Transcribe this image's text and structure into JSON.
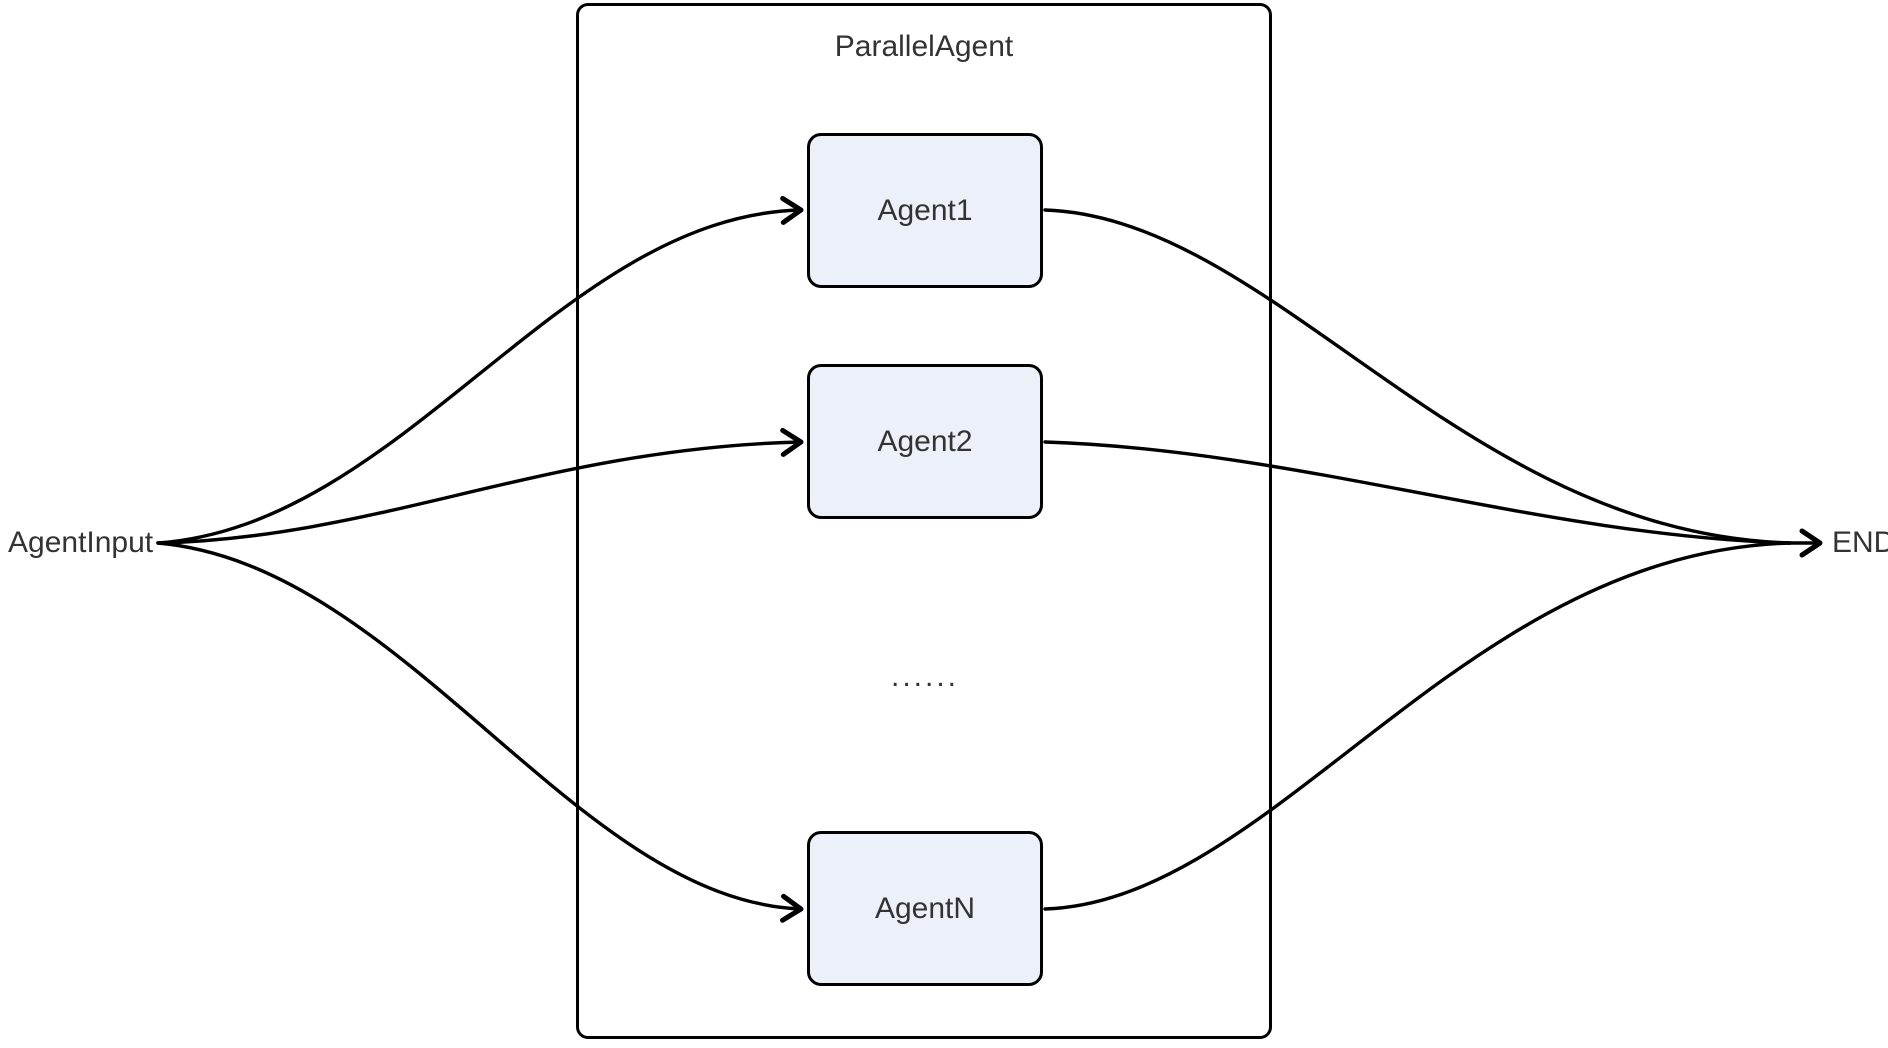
{
  "diagram": {
    "container": {
      "title": "ParallelAgent"
    },
    "start_label": "AgentInput",
    "end_label": "END",
    "nodes": [
      {
        "id": "agent1",
        "label": "Agent1"
      },
      {
        "id": "agent2",
        "label": "Agent2"
      },
      {
        "id": "agentN",
        "label": "AgentN"
      }
    ],
    "ellipsis": "......",
    "colors": {
      "background": "#ffffff",
      "node_fill": "#ECF0F9",
      "stroke": "#000000",
      "text": "#333333"
    }
  }
}
